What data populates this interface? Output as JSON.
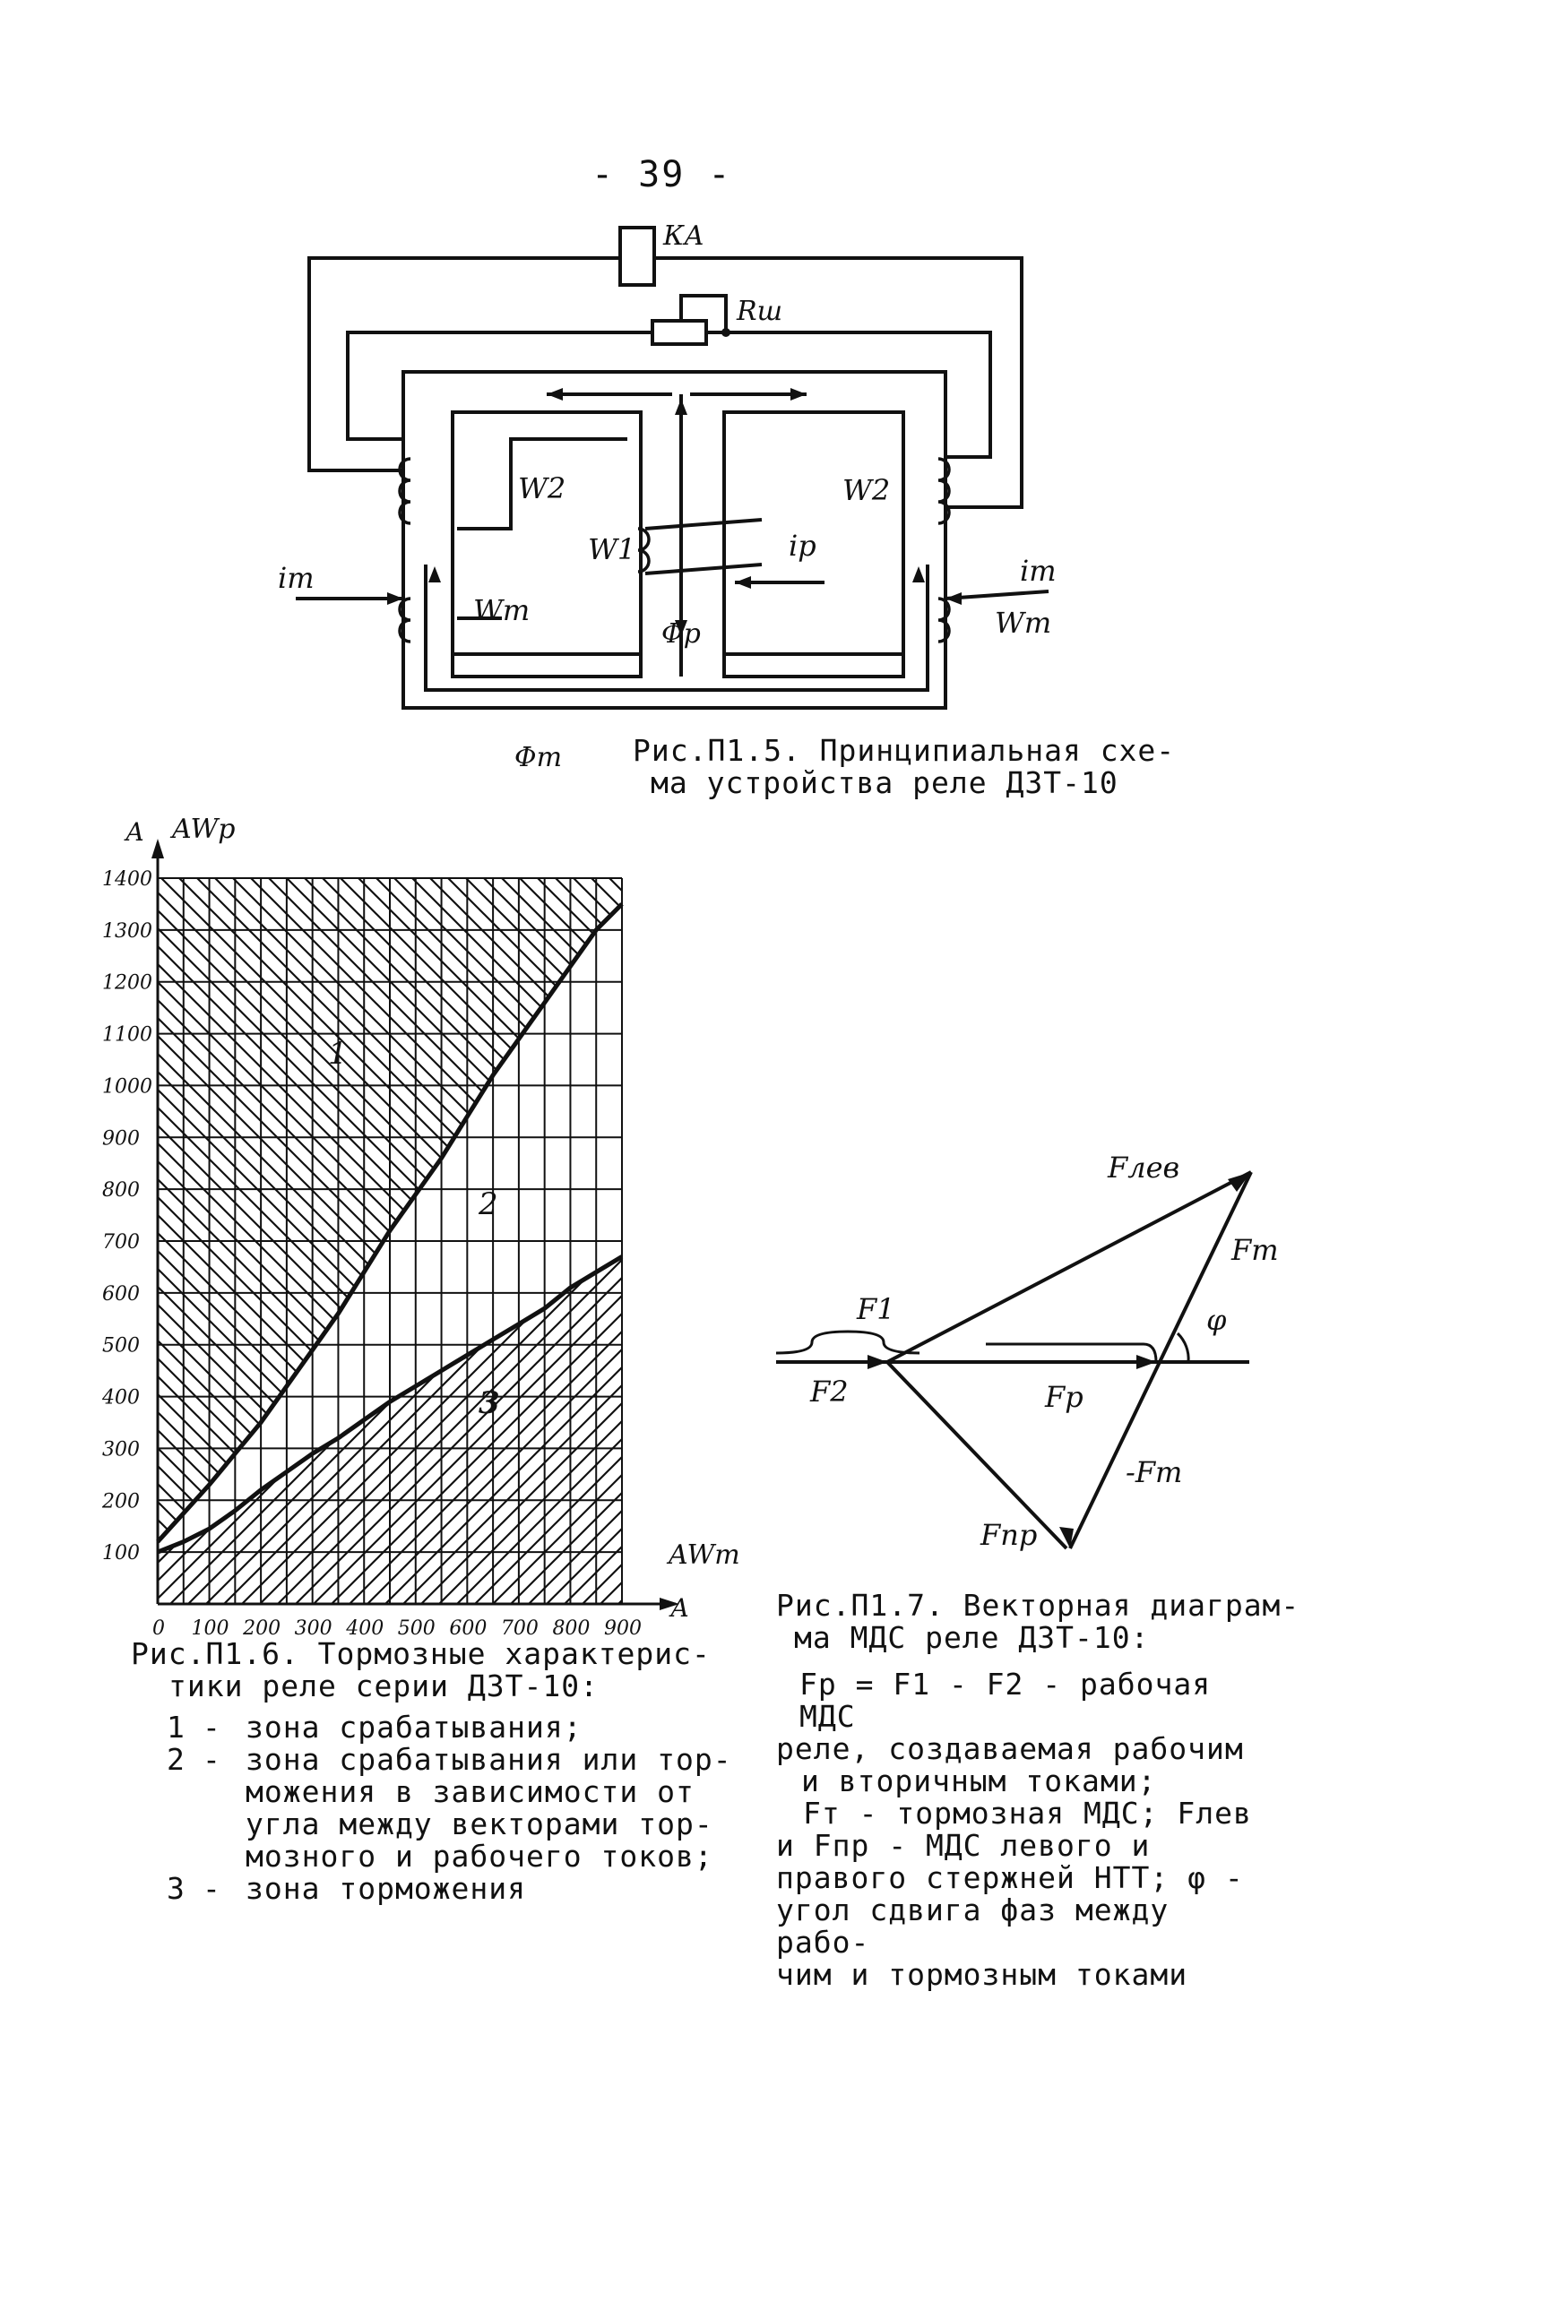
{
  "page_number": "- 39 -",
  "fig5": {
    "caption_line1": "Рис.П1.5. Принципиальная схе-",
    "caption_line2": "ма устройства реле ДЗТ-10",
    "labels": {
      "ka": "КА",
      "rsh": "Rш",
      "w2_left": "W2",
      "w2_right": "W2",
      "w1": "W1",
      "ip": "iр",
      "it_left": "iт",
      "it_right": "iт",
      "wt_left": "Wт",
      "wt_right": "Wт",
      "phi_p": "Φр",
      "phi_t": "Φт"
    }
  },
  "fig6": {
    "caption_line1": "Рис.П1.6. Тормозные характерис-",
    "caption_line2": "тики реле серии ДЗТ-10:",
    "legend": [
      {
        "num": "1",
        "text": "зона срабатывания;"
      },
      {
        "num": "2",
        "text": "зона срабатывания или тор-"
      },
      {
        "num": "",
        "text": "можения в зависимости от"
      },
      {
        "num": "",
        "text": "угла между векторами тор-"
      },
      {
        "num": "",
        "text": "мозного и рабочего токов;"
      },
      {
        "num": "3",
        "text": "зона торможения"
      }
    ],
    "zone_labels": [
      "1",
      "2",
      "3"
    ]
  },
  "fig7": {
    "caption_line1": "Рис.П1.7. Векторная диаграм-",
    "caption_line2": "ма МДС реле ДЗТ-10:",
    "desc_lines": [
      "Fр = F1 - F2 - рабочая МДС",
      "реле, создаваемая рабочим",
      "и вторичным токами;",
      "Fт - тормозная МДС; Fлев",
      "и   Fпр - МДС левого и",
      "правого стержней НТТ; φ -",
      "угол сдвига фаз между рабо-",
      "чим и тормозным токами"
    ],
    "labels": {
      "f_lev": "Fлев",
      "f_t": "Fт",
      "phi": "φ",
      "f1": "F1",
      "f2": "F2",
      "f_p": "Fр",
      "minus_f_t": "-Fт",
      "f_pr": "Fпр"
    }
  },
  "chart_data": {
    "type": "line",
    "xlabel": "AWт",
    "xunit": "А",
    "ylabel": "AWр",
    "yunit": "А",
    "xlim": [
      0,
      900
    ],
    "ylim": [
      0,
      1400
    ],
    "x_ticks": [
      "0",
      "100",
      "200",
      "300",
      "400",
      "500",
      "600",
      "700",
      "800",
      "900"
    ],
    "y_ticks": [
      "100",
      "200",
      "300",
      "400",
      "500",
      "600",
      "700",
      "800",
      "900",
      "1000",
      "1100",
      "1200",
      "1300",
      "1400"
    ],
    "grid": true,
    "series": [
      {
        "x": [
          0,
          50,
          100,
          150,
          200,
          250,
          300,
          350,
          400,
          450,
          500,
          550,
          600,
          650,
          700,
          750,
          800,
          850,
          900
        ],
        "y": [
          120,
          175,
          230,
          290,
          350,
          420,
          490,
          560,
          640,
          720,
          790,
          860,
          940,
          1020,
          1090,
          1160,
          1230,
          1300,
          1350
        ]
      },
      {
        "x": [
          0,
          50,
          100,
          150,
          200,
          250,
          300,
          350,
          400,
          450,
          500,
          550,
          600,
          650,
          700,
          750,
          800,
          850,
          900
        ],
        "y": [
          100,
          120,
          145,
          180,
          220,
          255,
          290,
          320,
          355,
          390,
          420,
          450,
          480,
          510,
          540,
          570,
          610,
          640,
          670
        ]
      }
    ],
    "regions": [
      {
        "label": "1",
        "between": "upper curve and 1400"
      },
      {
        "label": "2",
        "between": "lower and upper curve"
      },
      {
        "label": "3",
        "between": "0 and lower curve"
      }
    ]
  }
}
